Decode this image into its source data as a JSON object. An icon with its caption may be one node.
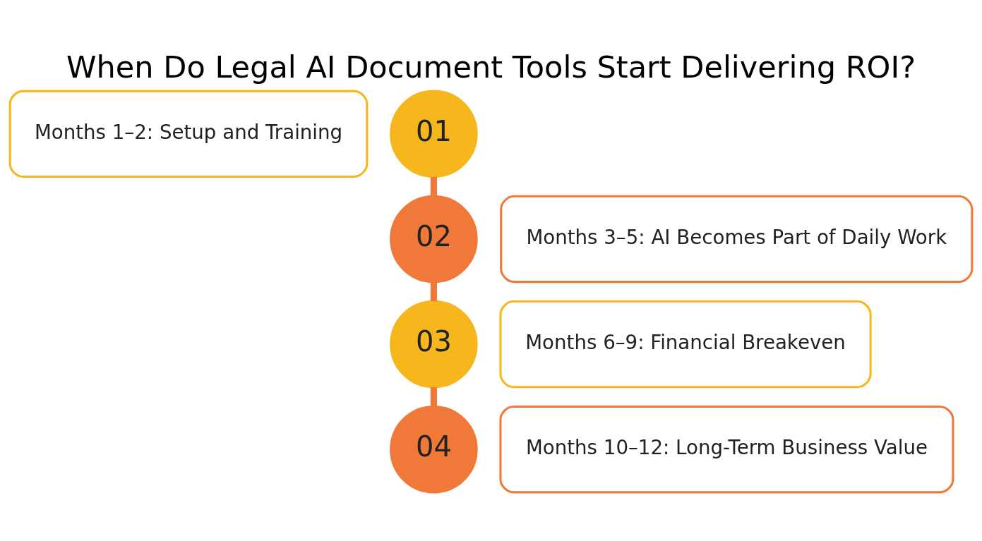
{
  "diagram": {
    "title": "When Do Legal AI Document Tools Start Delivering ROI?",
    "nodes": [
      {
        "text": [
          "Months 1–2: Setup and Training"
        ]
      },
      {
        "text": [
          "01"
        ]
      },
      {
        "text": [
          "02"
        ]
      },
      {
        "text": [
          "Months 3–5: AI Becomes Part of Daily Work"
        ]
      },
      {
        "text": [
          "Months 6–9: Financial Breakeven"
        ]
      },
      {
        "text": [
          "03"
        ]
      },
      {
        "text": [
          "04"
        ]
      },
      {
        "text": [
          "Months 10–12: Long-Term Business Value"
        ]
      }
    ],
    "edges": [
      {
        "from": 1,
        "to": 2,
        "arrow": "none"
      },
      {
        "from": 2,
        "to": 5,
        "arrow": "none"
      },
      {
        "from": 5,
        "to": 6,
        "arrow": "none"
      }
    ]
  }
}
